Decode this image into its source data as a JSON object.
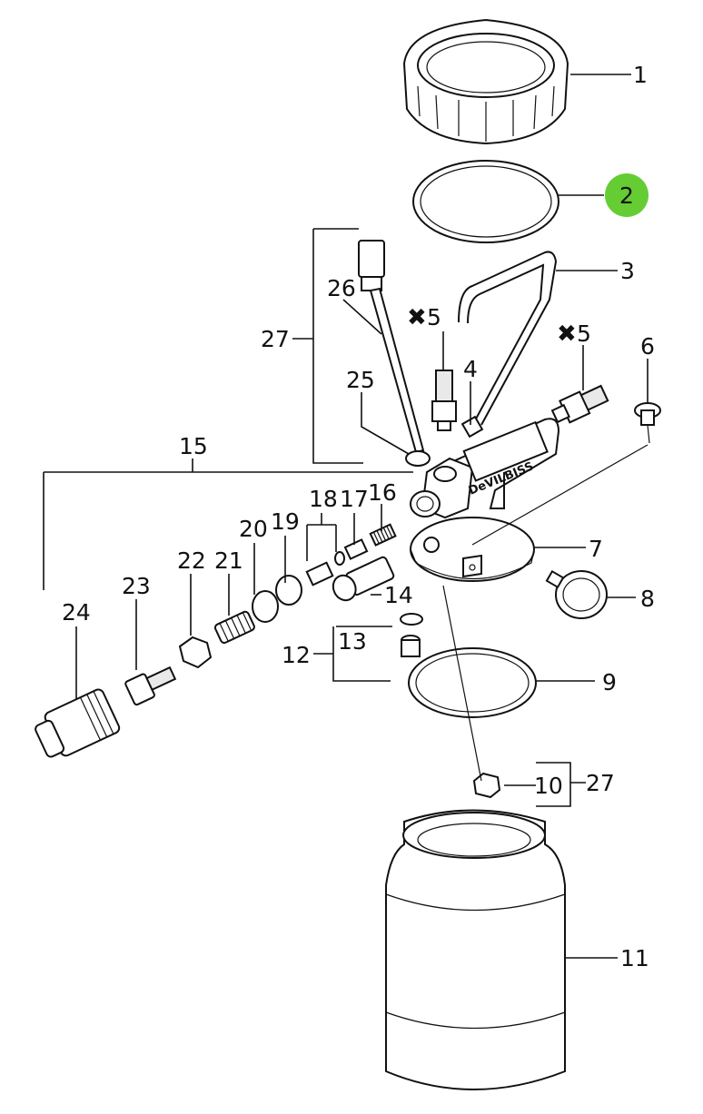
{
  "highlight_color": "#66cc33",
  "callouts": {
    "c1": "1",
    "c2": "2",
    "c3": "3",
    "c4": "4",
    "c5a": "5",
    "c5b": "5",
    "c6": "6",
    "c7": "7",
    "c8": "8",
    "c9": "9",
    "c10": "10",
    "c11": "11",
    "c12": "12",
    "c13": "13",
    "c14": "14",
    "c15": "15",
    "c16": "16",
    "c17": "17",
    "c18": "18",
    "c19": "19",
    "c20": "20",
    "c21": "21",
    "c22": "22",
    "c23": "23",
    "c24": "24",
    "c25": "25",
    "c26": "26",
    "c27a": "27",
    "c27b": "27"
  },
  "cross_marker": "✖",
  "brand_text": "DeVILBISS"
}
